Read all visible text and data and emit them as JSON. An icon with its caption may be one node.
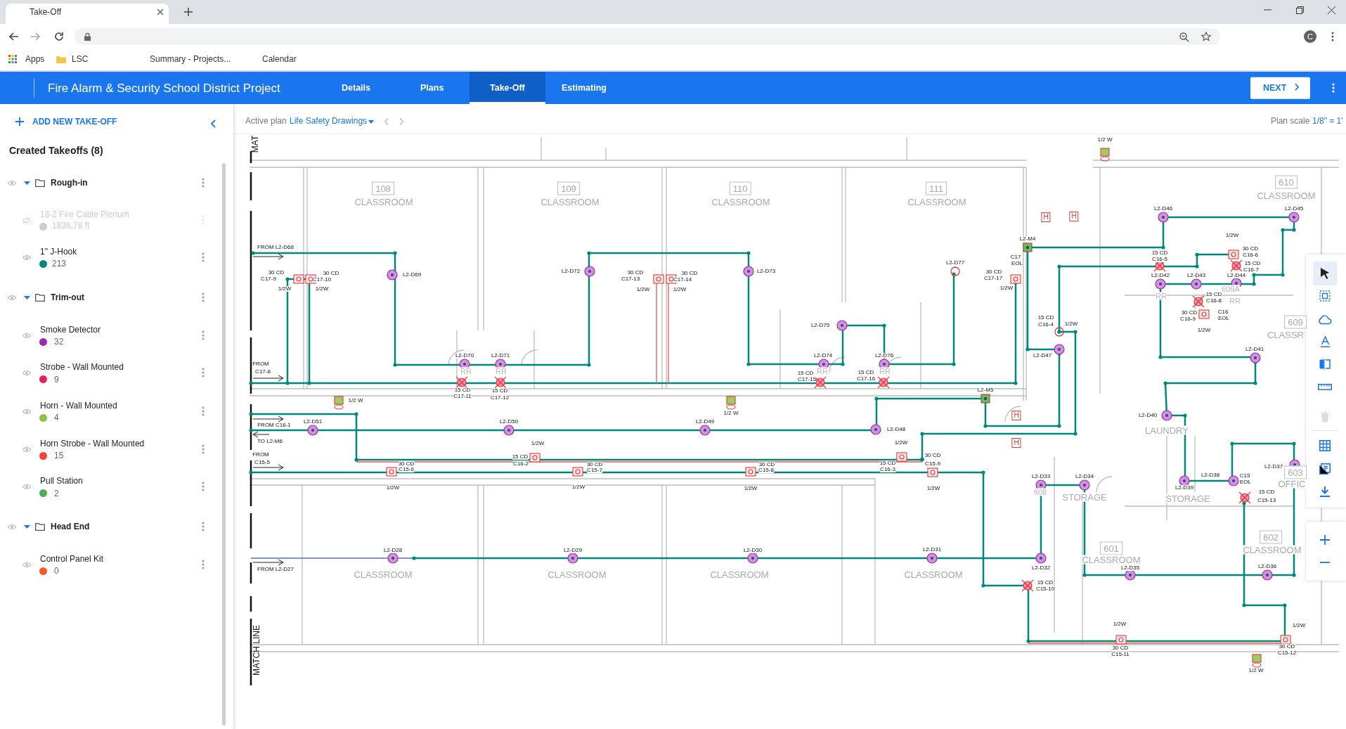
{
  "diagram": {
    "title": "Fire Alarm & Security School District Project",
    "labels": [
      "Take-Off",
      "Apps",
      "LSC",
      "Summary - Projects...",
      "Calendar",
      "C",
      "Details",
      "Plans",
      "Take-Off",
      "Estimating",
      "NEXT",
      "ADD NEW TAKE-OFF",
      "Created Takeoffs (8)",
      "Rough-in",
      "1836.78 ft",
      "213",
      "Trim-out",
      "32",
      "9",
      "4",
      "15",
      "2",
      "Head End",
      "0",
      "Active plan",
      "Life Safety Drawings",
      "Plan scale",
      "1/8\" = 1'",
      "MAT",
      "108",
      "CLASSROOM",
      "109",
      "CLASSROOM",
      "110",
      "CLASSROOM",
      "111",
      "CLASSROOM",
      "610",
      "CLASSROOM",
      "1/2 W",
      "FROM L2-D68",
      "L2-D69",
      "30 CD",
      "C17-9",
      "30 CD",
      "C17-10",
      "1/2W",
      "1/2W",
      "L2-D72",
      "30 CD",
      "C17-13",
      "30 CD",
      "C17-14",
      "1/2W",
      "1/2W",
      "L2-D73",
      "L2-D70",
      "L2-D71",
      "RR",
      "RR",
      "FROM",
      "C17-8",
      "15 CD",
      "C17-11",
      "15 CD",
      "C17-12",
      "1/2 W",
      "1/2 W",
      "L2-D75",
      "L2-D74",
      "L2-D76",
      "RR",
      "RR",
      "15 CD",
      "C17-15",
      "15 CD",
      "C17-16",
      "L2-D77",
      "C17",
      "EOL",
      "30 CD",
      "C17-17",
      "1/2W",
      "L2-M4",
      "H",
      "H",
      "L2-D46",
      "L2-D45",
      "1/2W",
      "30 CD",
      "C16-6",
      "15 CD",
      "C16-5",
      "15 CD",
      "C16-7",
      "L2-D42",
      "L2-D43",
      "L2-D44",
      "RR",
      "609A",
      "RR",
      "15 CD",
      "C16-8",
      "30 CD",
      "C16-9",
      "C16",
      "EOL",
      "1/2W",
      "609",
      "CLASSR",
      "15 CD",
      "C16-4",
      "1/2W",
      "L2-D47",
      "L2-D41",
      "L2-M5",
      "H",
      "H",
      "FROM C16-1",
      "L2-D51",
      "TO L2-M6",
      "FROM",
      "C15-5",
      "L2-D50",
      "L2-D49",
      "L2-D48",
      "1/2W",
      "15 CD",
      "C16-2",
      "1/2W",
      "30 CD",
      "C15-6",
      "1/2W",
      "30 CD",
      "C15-7",
      "1/2W",
      "30 CD",
      "C15-8",
      "1/2W",
      "30 CD",
      "15 CD",
      "C15-9",
      "C16-3",
      "1/2W",
      "L2-D40",
      "LAUNDRY",
      "L2-D33",
      "L2-D34",
      "L2-D38",
      "C15",
      "EOL",
      "L2-D37",
      "603",
      "608",
      "STORAGE",
      "L2-D39",
      "STORAGE",
      "15 CD",
      "C15-13",
      "OFFIC",
      "L2-D28",
      "L2-D29",
      "L2-D30",
      "L2-D31",
      "FROM L2-D27",
      "CLASSROOM",
      "CLASSROOM",
      "CLASSROOM",
      "CLASSROOM",
      "601",
      "CLASSROOM",
      "602",
      "CLASSROOM",
      "L2-D35",
      "L2-D36",
      "L2-D32",
      "15 CD",
      "C15-10",
      "1/2W",
      "1/2W",
      "30 CD",
      "C15-11",
      "30 CD",
      "C15-12",
      "1/2 W",
      "MATCH LINE"
    ],
    "legend": [
      {
        "text": "18-2 Fire Cable Plenum",
        "color": "#cccccc"
      },
      {
        "text": "1\" J-Hook",
        "color": "#00897b"
      },
      {
        "text": "Smoke Detector",
        "color": "#9c27b0"
      },
      {
        "text": "Strobe - Wall Mounted",
        "color": "#e91e63"
      },
      {
        "text": "Horn - Wall Mounted",
        "color": "#8bc34a"
      },
      {
        "text": "Horn Strobe - Wall Mounted",
        "color": "#f44336"
      },
      {
        "text": "Pull Station",
        "color": "#4caf50"
      },
      {
        "text": "Control Panel Kit",
        "color": "#ff5722"
      }
    ]
  }
}
